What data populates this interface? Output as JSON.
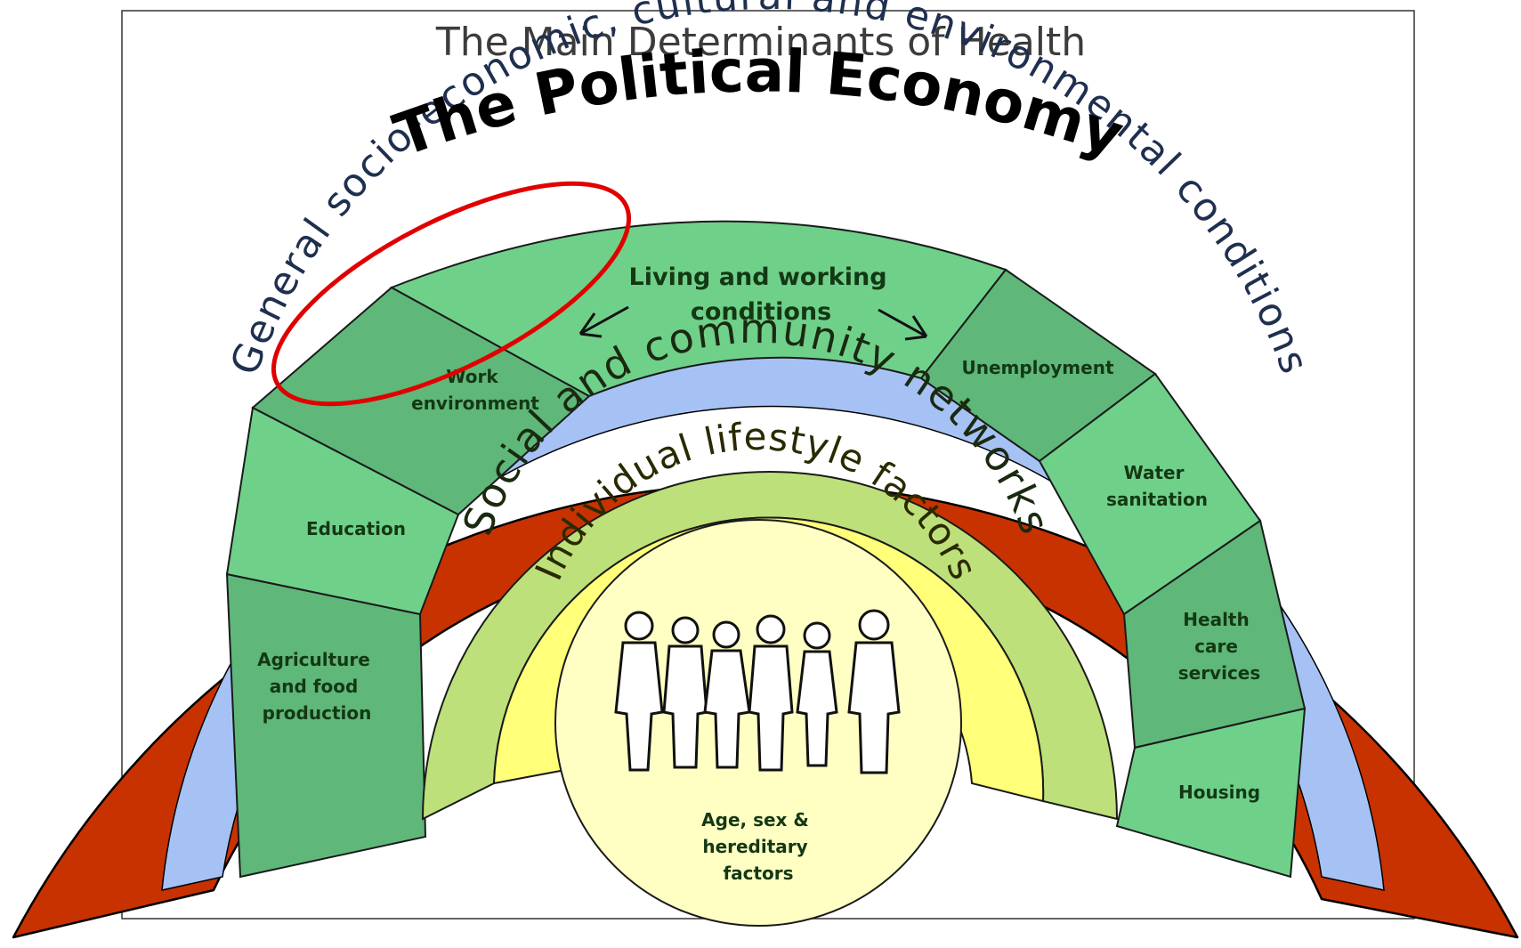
{
  "diagram": {
    "background_title": "The Main Determinants of Health",
    "overlay_title": "The Political Economy",
    "general_ring_label": "General socio-economic, cultural and environmental conditions",
    "living_working_label_line1": "Living and working",
    "living_working_label_line2": "conditions",
    "segments": {
      "agriculture": [
        "Agriculture",
        "and food",
        "production"
      ],
      "education": [
        "Education"
      ],
      "work": [
        "Work",
        "environment"
      ],
      "unemployment": [
        "Unemployment"
      ],
      "water": [
        "Water",
        "sanitation"
      ],
      "health": [
        "Health",
        "care",
        "services"
      ],
      "housing": [
        "Housing"
      ]
    },
    "social_ring_label": "Social and community networks",
    "individual_ring_label": "Individual lifestyle factors",
    "core_label": [
      "Age, sex &",
      "hereditary",
      "factors"
    ]
  },
  "colors": {
    "political_economy_ring": "#c83200",
    "general_ring": "#a6c2f5",
    "segment_light": "#6fd08a",
    "segment_dark": "#5fb77a",
    "social_ring": "#bde07a",
    "individual_ring": "#ffff7a",
    "core": "#ffffc4",
    "highlight_ellipse": "#e00000"
  }
}
